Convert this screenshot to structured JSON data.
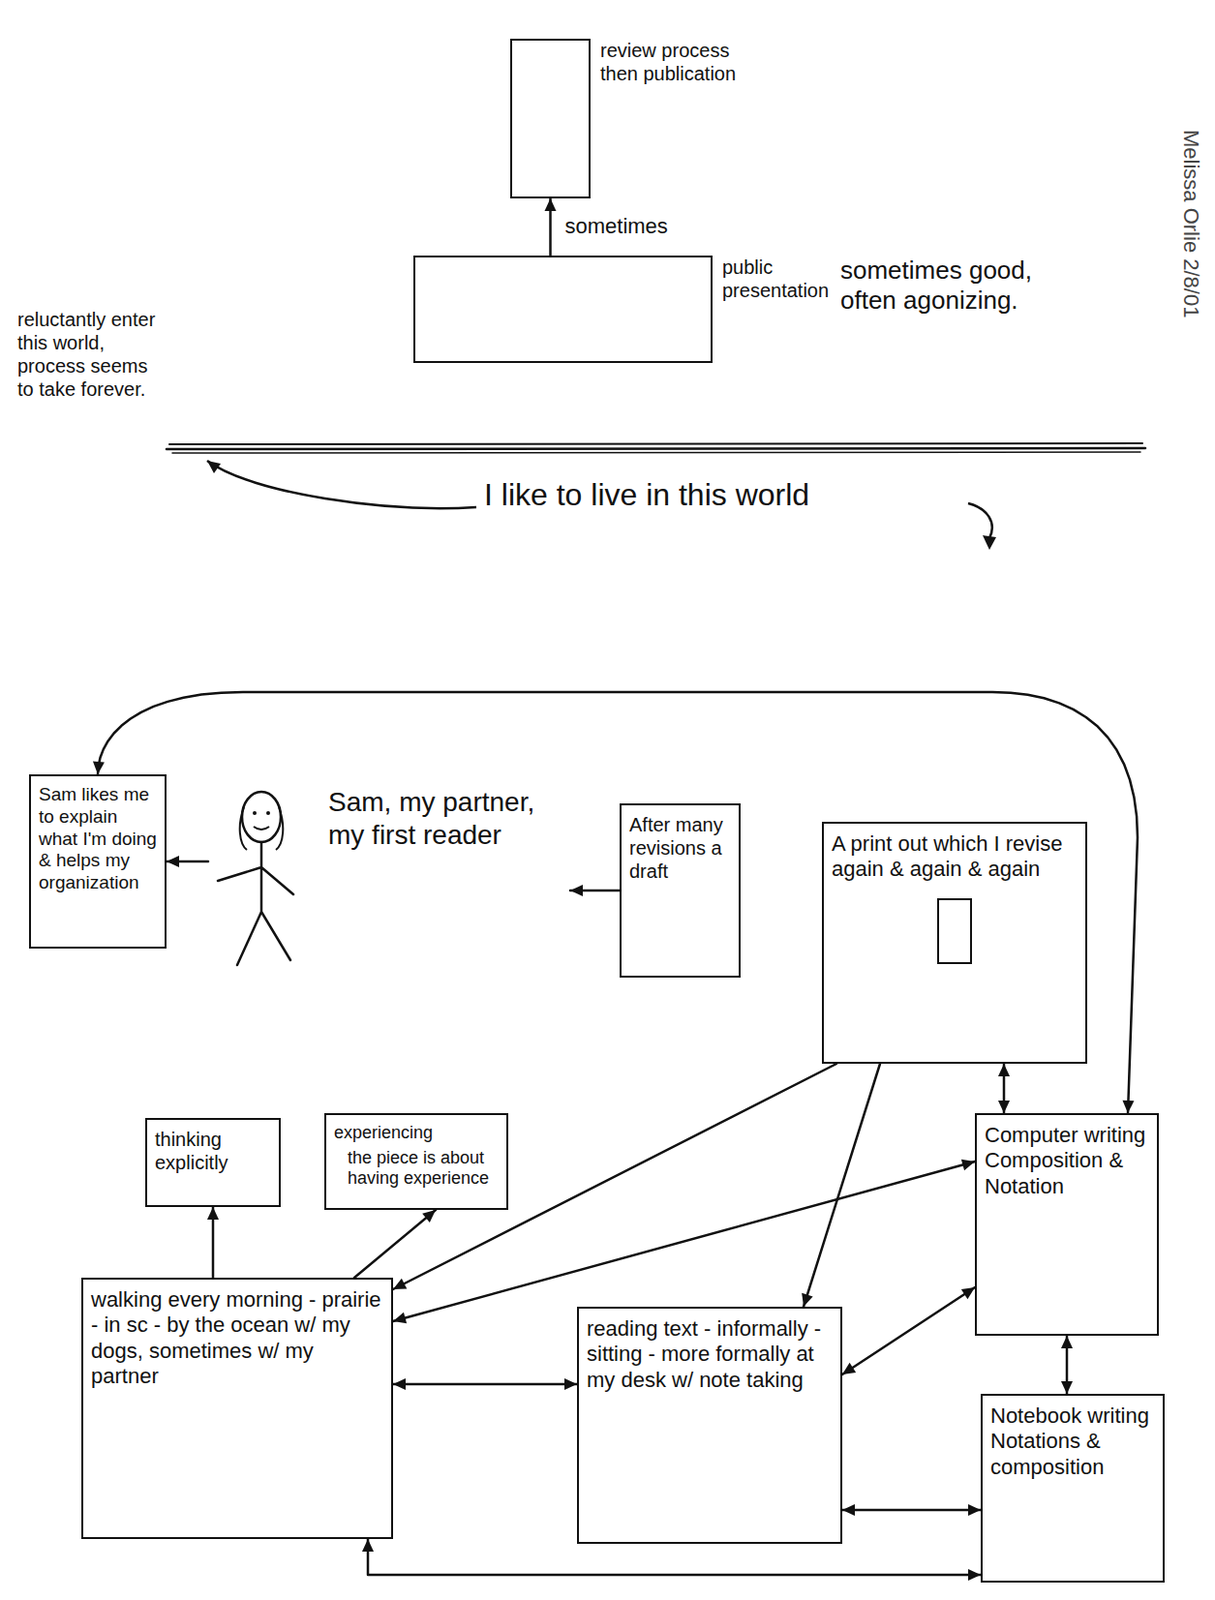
{
  "diagram": {
    "nodes": [
      {
        "text": [
          "review process then publication"
        ]
      },
      {
        "text": [
          "public presentation",
          "sometimes good, often agonizing."
        ]
      },
      {
        "text": [
          "Sam likes me to explain what I'm doing & helps my organization"
        ]
      },
      {
        "text": [
          "Sam, my partner, my first reader"
        ]
      },
      {
        "text": [
          "After many revisions a draft"
        ]
      },
      {
        "text": [
          "A print out which I revise again & again & again"
        ]
      },
      {
        "text": [
          "thinking explicitly"
        ]
      },
      {
        "text": [
          "experiencing",
          "the piece is about having experience"
        ]
      },
      {
        "text": [
          "Computer writing Composition & Notation"
        ]
      },
      {
        "text": [
          "walking every morning - prairie - in sc - by the ocean w/ my dogs, sometimes w/ my partner"
        ]
      },
      {
        "text": [
          "reading text - informally - sitting - more formally at my desk w/ note taking"
        ]
      },
      {
        "text": [
          "Notebook writing Notations & composition"
        ]
      }
    ],
    "edges": [
      {
        "from": 1,
        "to": 0,
        "arrow": "to",
        "label": "sometimes"
      },
      {
        "from": 4,
        "to": 3,
        "arrow": "to"
      },
      {
        "from": 3,
        "to": 2,
        "arrow": "to"
      },
      {
        "from": 2,
        "to": 8,
        "arrow": "both"
      },
      {
        "from": 5,
        "to": 8,
        "arrow": "both"
      },
      {
        "from": 5,
        "to": 10,
        "arrow": "to"
      },
      {
        "from": 5,
        "to": 9,
        "arrow": "to"
      },
      {
        "from": 9,
        "to": 6,
        "arrow": "to"
      },
      {
        "from": 9,
        "to": 7,
        "arrow": "to"
      },
      {
        "from": 9,
        "to": 10,
        "arrow": "both"
      },
      {
        "from": 8,
        "to": 9,
        "arrow": "both"
      },
      {
        "from": 10,
        "to": 8,
        "arrow": "both"
      },
      {
        "from": 8,
        "to": 11,
        "arrow": "both"
      },
      {
        "from": 10,
        "to": 11,
        "arrow": "both"
      },
      {
        "from": 9,
        "to": 11,
        "arrow": "both"
      }
    ],
    "labels": [
      "reluctantly enter this world, process seems to take forever.",
      "I like to live in this world",
      "Melissa Orlie 2/8/01"
    ]
  }
}
